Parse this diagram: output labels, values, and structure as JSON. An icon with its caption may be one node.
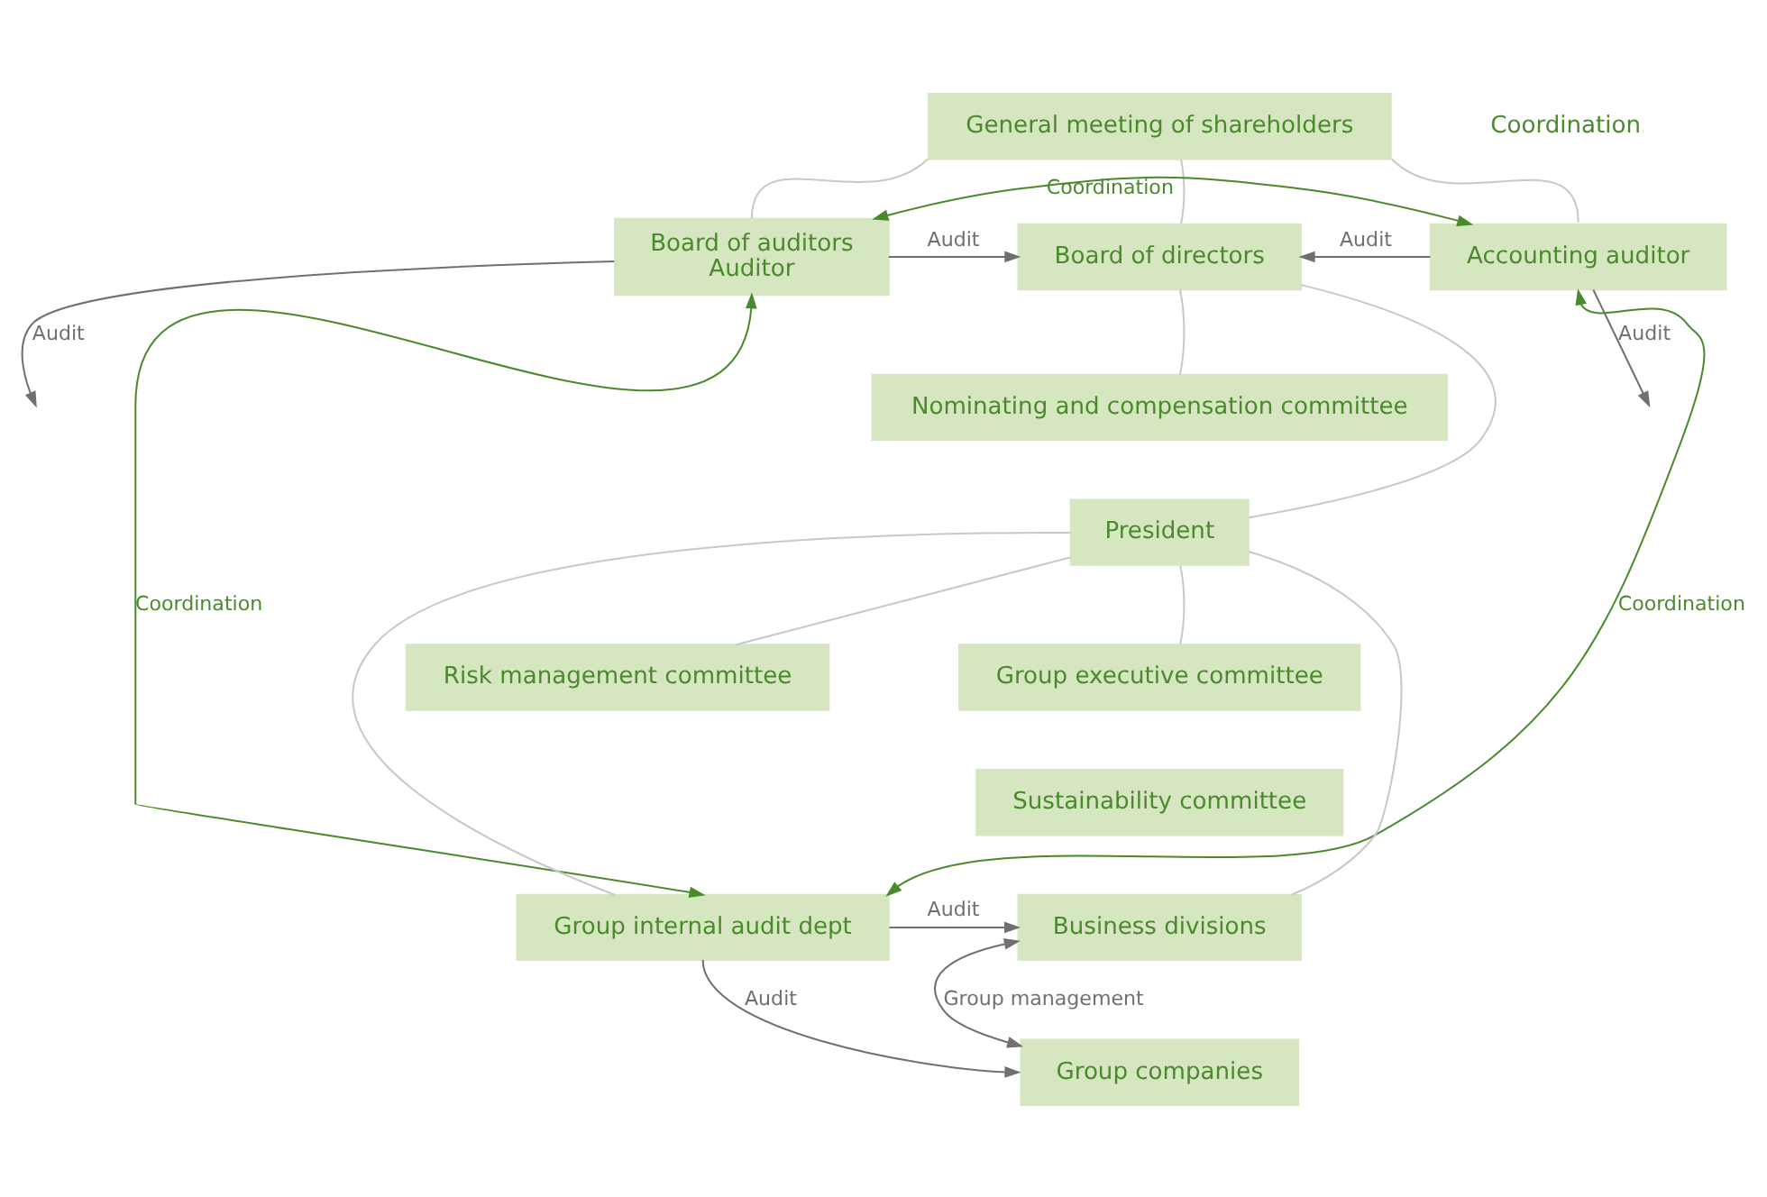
{
  "diagram": {
    "nodes": [
      {
        "text": [
          "General meeting of shareholders"
        ]
      },
      {
        "text": [
          "Board of auditors",
          "Auditor"
        ]
      },
      {
        "text": [
          "Board of directors"
        ]
      },
      {
        "text": [
          "Accounting auditor"
        ]
      },
      {
        "text": [
          "Nominating and compensation committee"
        ]
      },
      {
        "text": [
          "President"
        ]
      },
      {
        "text": [
          "Risk management committee"
        ]
      },
      {
        "text": [
          "Sustainability committee"
        ]
      },
      {
        "text": [
          "Group executive committee"
        ]
      },
      {
        "text": [
          "Group internal audit dept"
        ]
      },
      {
        "text": [
          "Business divisions"
        ]
      },
      {
        "text": [
          "Group companies"
        ]
      }
    ],
    "edges": [
      {
        "from": 0,
        "to": 2,
        "arrow": "none",
        "color": "#c8c8c8"
      },
      {
        "from": 0,
        "to": 1,
        "arrow": "none",
        "color": "#c8c8c8"
      },
      {
        "from": 0,
        "to": 3,
        "arrow": "none",
        "color": "#c8c8c8"
      },
      {
        "from": 1,
        "to": 3,
        "arrow": "both",
        "label": "Coordination",
        "color": "#4a8a2c"
      },
      {
        "from": 1,
        "to": 2,
        "arrow": "to",
        "label": "Audit",
        "color": "#707070"
      },
      {
        "from": 3,
        "to": 2,
        "arrow": "to",
        "label": "Audit",
        "color": "#707070"
      },
      {
        "from": 4,
        "to": 2,
        "arrow": "none",
        "color": "#c8c8c8"
      },
      {
        "from": 1,
        "to": null,
        "arrow": "to",
        "label": "Audit",
        "color": "#707070"
      },
      {
        "from": 3,
        "to": null,
        "arrow": "to",
        "label": "Audit",
        "color": "#707070"
      },
      {
        "from": 2,
        "to": 5,
        "arrow": "none",
        "color": "#c8c8c8"
      },
      {
        "from": 5,
        "to": 6,
        "arrow": "none",
        "color": "#c8c8c8"
      },
      {
        "from": 5,
        "to": 8,
        "arrow": "none",
        "color": "#c8c8c8"
      },
      {
        "from": 5,
        "to": 10,
        "arrow": "none",
        "color": "#c8c8c8"
      },
      {
        "from": 5,
        "to": 9,
        "arrow": "none",
        "color": "#c8c8c8"
      },
      {
        "from": 1,
        "to": 9,
        "arrow": "both",
        "label": "Coordination",
        "color": "#4a8a2c"
      },
      {
        "from": 3,
        "to": 9,
        "arrow": "both",
        "label": "Coordination",
        "color": "#4a8a2c"
      },
      {
        "from": 9,
        "to": 10,
        "arrow": "to",
        "label": "Audit",
        "color": "#707070"
      },
      {
        "from": 9,
        "to": 11,
        "arrow": "to",
        "label": "Audit",
        "color": "#707070"
      },
      {
        "from": 10,
        "to": 11,
        "arrow": "both",
        "label": "Group management",
        "color": "#707070"
      }
    ],
    "labels": [
      "Coordination"
    ]
  }
}
